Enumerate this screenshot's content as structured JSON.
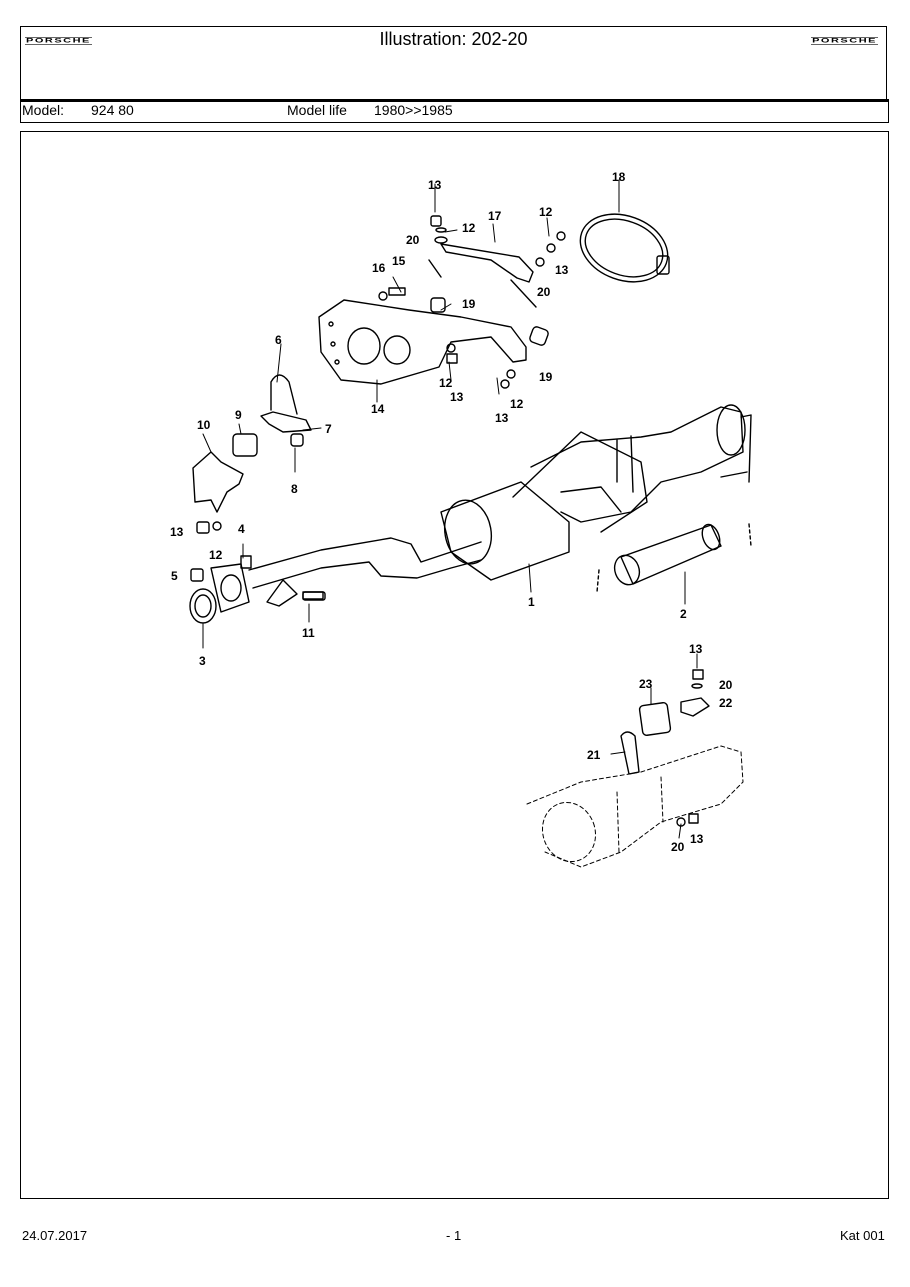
{
  "header": {
    "logo_left": "PORSCHE",
    "logo_right": "PORSCHE",
    "title": "Illustration: 202-20"
  },
  "model_row": {
    "model_label": "Model:",
    "model_value": "924 80",
    "life_label": "Model life",
    "life_value": "1980>>1985"
  },
  "callouts": [
    "13",
    "12",
    "17",
    "20",
    "12",
    "18",
    "16",
    "15",
    "13",
    "20",
    "19",
    "6",
    "19",
    "12",
    "13",
    "12",
    "14",
    "13",
    "9",
    "7",
    "10",
    "8",
    "13",
    "4",
    "12",
    "5",
    "1",
    "2",
    "11",
    "3",
    "13",
    "23",
    "20",
    "22",
    "21",
    "20",
    "13"
  ],
  "footer": {
    "date": "24.07.2017",
    "page": "- 1",
    "catalog": "Kat 001"
  }
}
